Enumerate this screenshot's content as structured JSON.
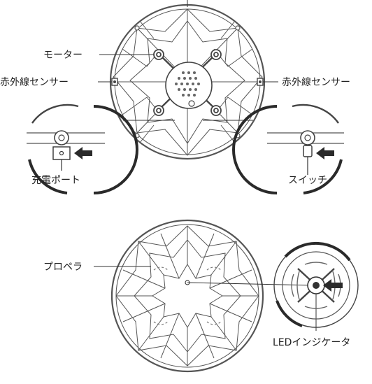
{
  "colors": {
    "line": "#555555",
    "dark": "#444444",
    "accent": "#2a2a2a",
    "fill": "#f4f4f4"
  },
  "labels": {
    "motor": "モーター",
    "ir_sensor_left": "赤外線センサー",
    "ir_sensor_right": "赤外線センサー",
    "charge_port": "充電ポート",
    "switch": "スイッチ",
    "propeller": "プロペラ",
    "led_indicator": "LEDインジケータ"
  },
  "icons": {
    "pointer_arrows": "arrow-left-icon"
  }
}
